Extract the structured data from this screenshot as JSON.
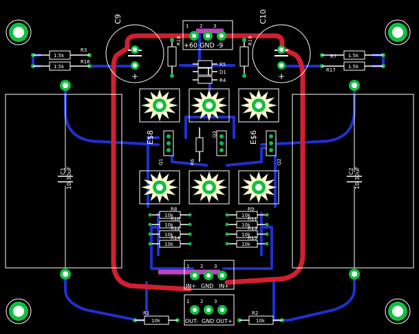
{
  "colors": {
    "background": "#000000",
    "top_copper": "#d02030",
    "bottom_copper": "#2030d0",
    "silkscreen": "#ffffff",
    "pad": "#10c040",
    "via_ring": "#40e060",
    "heatsink_pad": "#ffffd0",
    "magenta": "#c040c0"
  },
  "power_connector": {
    "pins": [
      "1",
      "2",
      "3"
    ],
    "labels": [
      "+60",
      "GND",
      "-9"
    ],
    "label_text": "+60 GND -9"
  },
  "input_connector": {
    "pins": [
      "1",
      "2",
      "3"
    ],
    "labels": [
      "IN+",
      "GND",
      "IN+"
    ]
  },
  "output_connector": {
    "pins": [
      "1",
      "2",
      "3"
    ],
    "labels": [
      "OUT-",
      "GND",
      "OUT+"
    ]
  },
  "capacitors": {
    "C1": {
      "name": "C1",
      "value": "10-30uF"
    },
    "C2": {
      "name": "C2",
      "value": "10-30uF"
    },
    "C9": {
      "name": "C9"
    },
    "C10": {
      "name": "C10"
    }
  },
  "resistors": {
    "R3": {
      "name": "R3",
      "value": "1.5k"
    },
    "R16": {
      "name": "R16",
      "value": "1.5k"
    },
    "R7": {
      "name": "R7",
      "value": "1.5k"
    },
    "R17": {
      "name": "R17",
      "value": "1.5k"
    },
    "R18": {
      "name": "R18"
    },
    "R19": {
      "name": "R19"
    },
    "R5": {
      "name": "R5"
    },
    "R4": {
      "name": "R4"
    },
    "R6": {
      "name": "R6"
    },
    "R1": {
      "name": "R1",
      "value": "10k"
    },
    "R2": {
      "name": "R2",
      "value": "10k"
    },
    "left_stack": [
      "R8",
      "R10",
      "R12",
      "R14"
    ],
    "right_stack": [
      "R9",
      "R11",
      "R13",
      "R15"
    ],
    "stack_value": "10k"
  },
  "diodes": {
    "D1": "D1"
  },
  "transistors": {
    "Q1": "Q1",
    "Q2": "Q2",
    "Q3": "Q3"
  },
  "heatsink_labels": {
    "left": "E$8",
    "right": "E$6"
  },
  "plus_sign": "+"
}
